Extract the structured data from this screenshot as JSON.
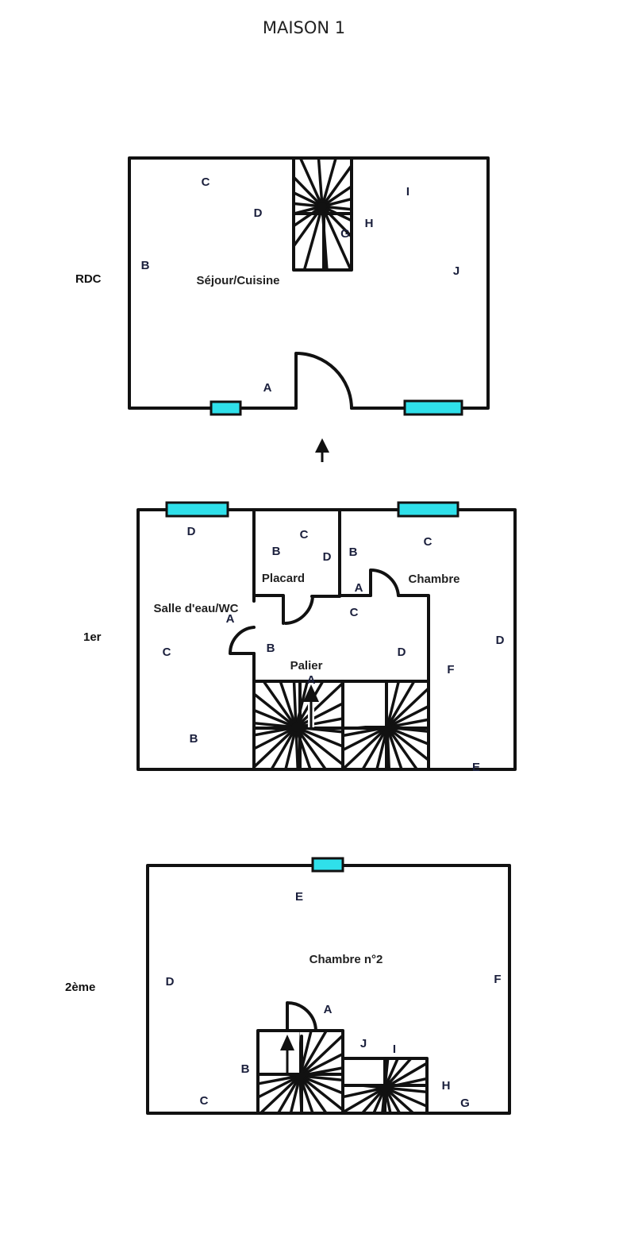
{
  "title": "MAISON 1",
  "floors": [
    {
      "label": "RDC",
      "rooms": [
        "Séjour/Cuisine"
      ],
      "letters": [
        "C",
        "D",
        "B",
        "A",
        "I",
        "H",
        "J",
        "G"
      ]
    },
    {
      "label": "1er",
      "rooms": [
        "Placard",
        "Chambre",
        "Salle d'eau/WC",
        "Palier"
      ],
      "letters": [
        "D",
        "C",
        "B",
        "D",
        "B",
        "A",
        "C",
        "A",
        "C",
        "D",
        "C",
        "B",
        "D",
        "A",
        "F",
        "B",
        "E"
      ]
    },
    {
      "label": "2ème",
      "rooms": [
        "Chambre n°2"
      ],
      "letters": [
        "E",
        "D",
        "F",
        "A",
        "J",
        "I",
        "B",
        "H",
        "C",
        "G"
      ]
    }
  ],
  "colors": {
    "window": "#2fe0ea",
    "wall": "#111111",
    "letters": "#1a1f3c"
  }
}
